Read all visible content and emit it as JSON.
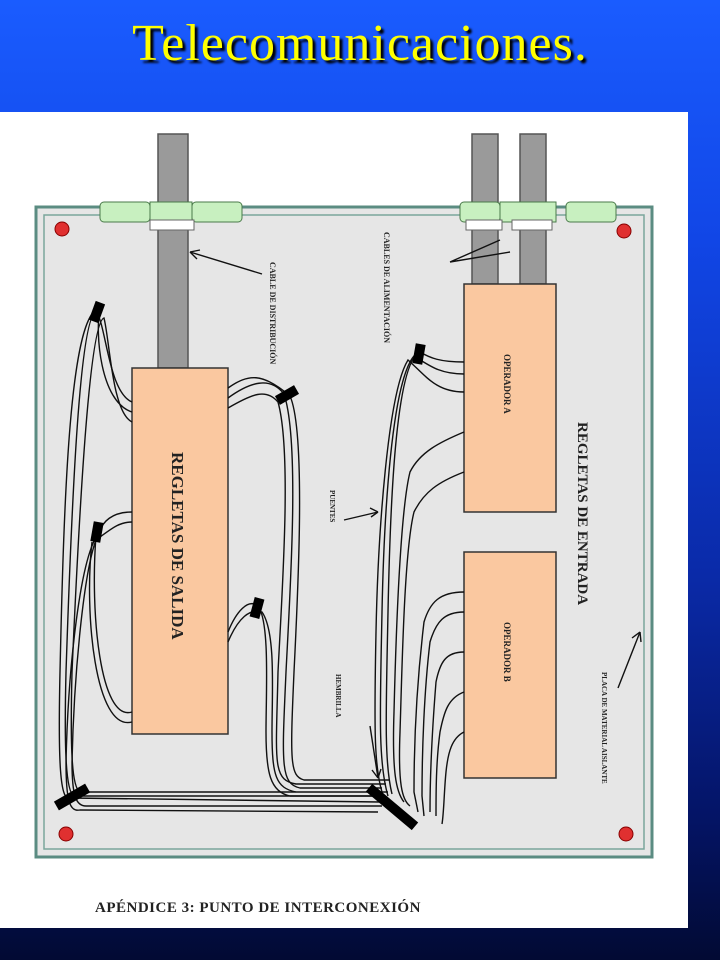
{
  "slide": {
    "title": "Telecomunicaciones."
  },
  "figure": {
    "caption": "APÉNDICE 3: PUNTO DE INTERCONEXIÓN",
    "labels": {
      "cable_distribucion": "CABLE DE DISTRIBUCIÓN",
      "cables_alimentacion": "CABLES DE ALIMENTACIÓN",
      "operador_a": "OPERADOR A",
      "operador_b": "OPERADOR B",
      "regletas_entrada": "REGLETAS DE ENTRADA",
      "regletas_salida": "REGLETAS DE SALIDA",
      "puentes": "PUENTES",
      "hembrilla": "HEMBRILLA",
      "placa": "PLACA DE MATERIAL AISLANTE"
    },
    "colors": {
      "board": "#e6e6e6",
      "board_border": "#5b8c82",
      "regleta": "#fac8a0",
      "cable": "#9a9a9a",
      "clamp": "#c8f0c0",
      "screw": "#e03030"
    }
  }
}
